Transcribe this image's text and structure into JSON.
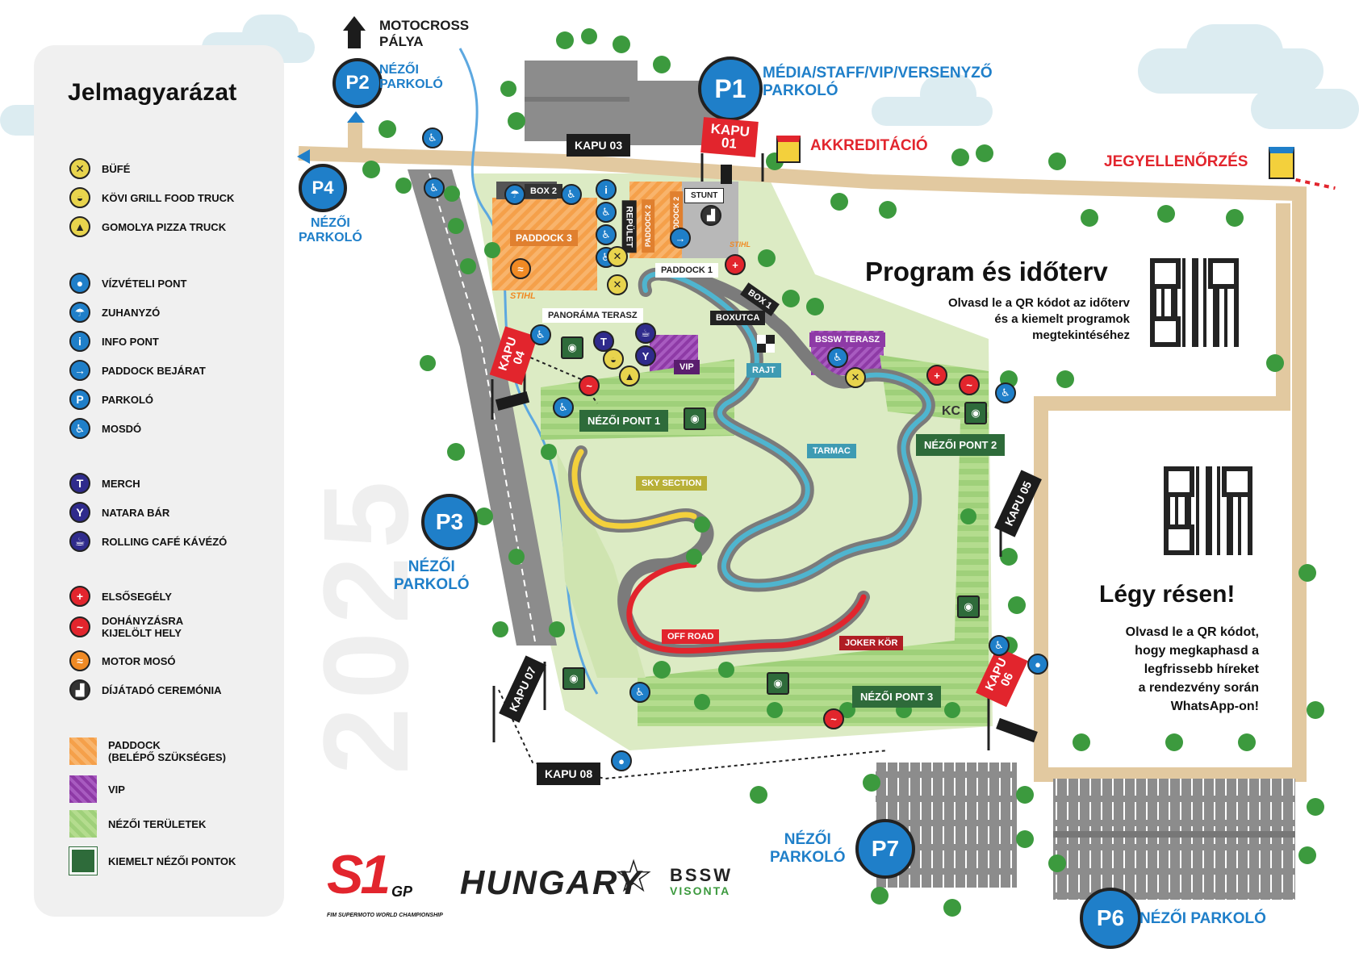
{
  "legend": {
    "title": "Jelmagyarázat",
    "items": [
      {
        "label": "Büfé",
        "icon": "cutlery-icon",
        "color": "#e8d44d"
      },
      {
        "label": "Kövi grill food truck",
        "icon": "burger-icon",
        "color": "#e8d44d"
      },
      {
        "label": "Gomolya pizza truck",
        "icon": "pizza-icon",
        "color": "#e8d44d"
      },
      {
        "label": "Vízvételi pont",
        "icon": "water-drop-icon",
        "color": "#1f7fc9"
      },
      {
        "label": "Zuhanyzó",
        "icon": "shower-icon",
        "color": "#1f7fc9"
      },
      {
        "label": "Info pont",
        "icon": "info-icon",
        "color": "#1f7fc9"
      },
      {
        "label": "Paddock bejárat",
        "icon": "entrance-icon",
        "color": "#1f7fc9"
      },
      {
        "label": "Parkoló",
        "icon": "parking-icon",
        "color": "#1f7fc9"
      },
      {
        "label": "Mosdó",
        "icon": "restroom-icon",
        "color": "#1f7fc9"
      },
      {
        "label": "Merch",
        "icon": "tshirt-icon",
        "color": "#2f2b8c"
      },
      {
        "label": "Natara bár",
        "icon": "glass-icon",
        "color": "#2f2b8c"
      },
      {
        "label": "Rolling café kávézó",
        "icon": "coffee-icon",
        "color": "#2f2b8c"
      },
      {
        "label": "Elsősegély",
        "icon": "first-aid-icon",
        "color": "#e2252d"
      },
      {
        "label": "Dohányzásra\nkijelölt hely",
        "icon": "smoking-icon",
        "color": "#e2252d"
      },
      {
        "label": "Motor mosó",
        "icon": "motor-wash-icon",
        "color": "#f08a24"
      },
      {
        "label": "Díjátadó ceremónia",
        "icon": "podium-icon",
        "color": "#333333"
      }
    ],
    "areas": [
      {
        "label": "Paddock\n(belépő szükséges)",
        "color": "#f5a04a"
      },
      {
        "label": "VIP",
        "color": "#8e3aa6"
      },
      {
        "label": "Nézői területek",
        "color": "#a6d47a"
      },
      {
        "label": "Kiemelt nézői pontok",
        "color": "#2e6b3a"
      }
    ]
  },
  "top": {
    "motocross": "MOTOCROSS\nPÁLYA",
    "p1_label": "MÉDIA/STAFF/VIP/VERSENYZŐ\nPARKOLÓ",
    "akkreditacio": "AKKREDITÁCIÓ",
    "jegyellenorzes": "JEGYELLENŐRZÉS"
  },
  "parking": {
    "p1": "P1",
    "p2": "P2",
    "p3": "P3",
    "p4": "P4",
    "p6": "P6",
    "p7": "P7",
    "p2_label": "NÉZŐI\nPARKOLÓ",
    "p3_label": "NÉZŐI\nPARKOLÓ",
    "p4_label": "NÉZŐI\nPARKOLÓ",
    "p6_label": "NÉZŐI PARKOLÓ",
    "p7_label": "NÉZŐI\nPARKOLÓ"
  },
  "gates": {
    "kapu01": "KAPU\n01",
    "kapu03": "KAPU 03",
    "kapu04": "KAPU\n04",
    "kapu05": "KAPU 05",
    "kapu06": "KAPU\n06",
    "kapu07": "KAPU 07",
    "kapu08": "KAPU 08"
  },
  "map_labels": {
    "box2": "BOX 2",
    "box1": "BOX 1",
    "paddock3": "PADDOCK 3",
    "paddock2a": "PADDOCK 2",
    "paddock2b": "PADDOCK 2",
    "repulet": "REPÜLET",
    "stunt": "STUNT",
    "paddock1": "PADDOCK 1",
    "panorama": "PANORÁMA TERASZ",
    "boxutca": "BOXUTCA",
    "rajt": "RAJT",
    "bssw_terasz": "BSSW TERASZ",
    "vip": "VIP",
    "tarmac": "TARMAC",
    "sky": "SKY SECTION",
    "offroad": "OFF ROAD",
    "joker": "JOKER KÖR",
    "np1": "NÉZŐI PONT 1",
    "np2": "NÉZŐI PONT 2",
    "np3": "NÉZŐI PONT 3",
    "stihl": "STIHL",
    "stihl2": "STIHL",
    "kc": "KC"
  },
  "program": {
    "title": "Program és időterv",
    "text": "Olvasd le a QR kódot az időterv\nés a kiemelt programok\nmegtekintéséhez"
  },
  "news": {
    "title": "Légy résen!",
    "text": "Olvasd le a QR kódot,\nhogy megkaphasd a\nlegfrissebb híreket\na rendezvény során\nWhatsApp-on!"
  },
  "branding": {
    "year": "2025",
    "s1": "S1",
    "gp": "GP",
    "s1_sub": "FIM SUPERMOTO WORLD CHAMPIONSHIP",
    "hungary": "HUNGARY",
    "bssw": "BSSW",
    "visonta": "VISONTA"
  },
  "colors": {
    "road": "#e2c9a0",
    "grass": "#dcebc4",
    "green_area": "#9fd07a",
    "track_gray": "#7b7b7b",
    "track_blue": "#4fb5cf",
    "track_red": "#e2252d",
    "track_yellow": "#f3d03c",
    "paddock": "#f5a04a",
    "vip": "#8e3aa6",
    "asphalt": "#8c8c8c",
    "water": "#5da8e0",
    "tree": "#3c9a3e",
    "dark_green": "#2e6b3a",
    "brand_blue": "#1f7fc9",
    "brand_red": "#e2252d"
  }
}
